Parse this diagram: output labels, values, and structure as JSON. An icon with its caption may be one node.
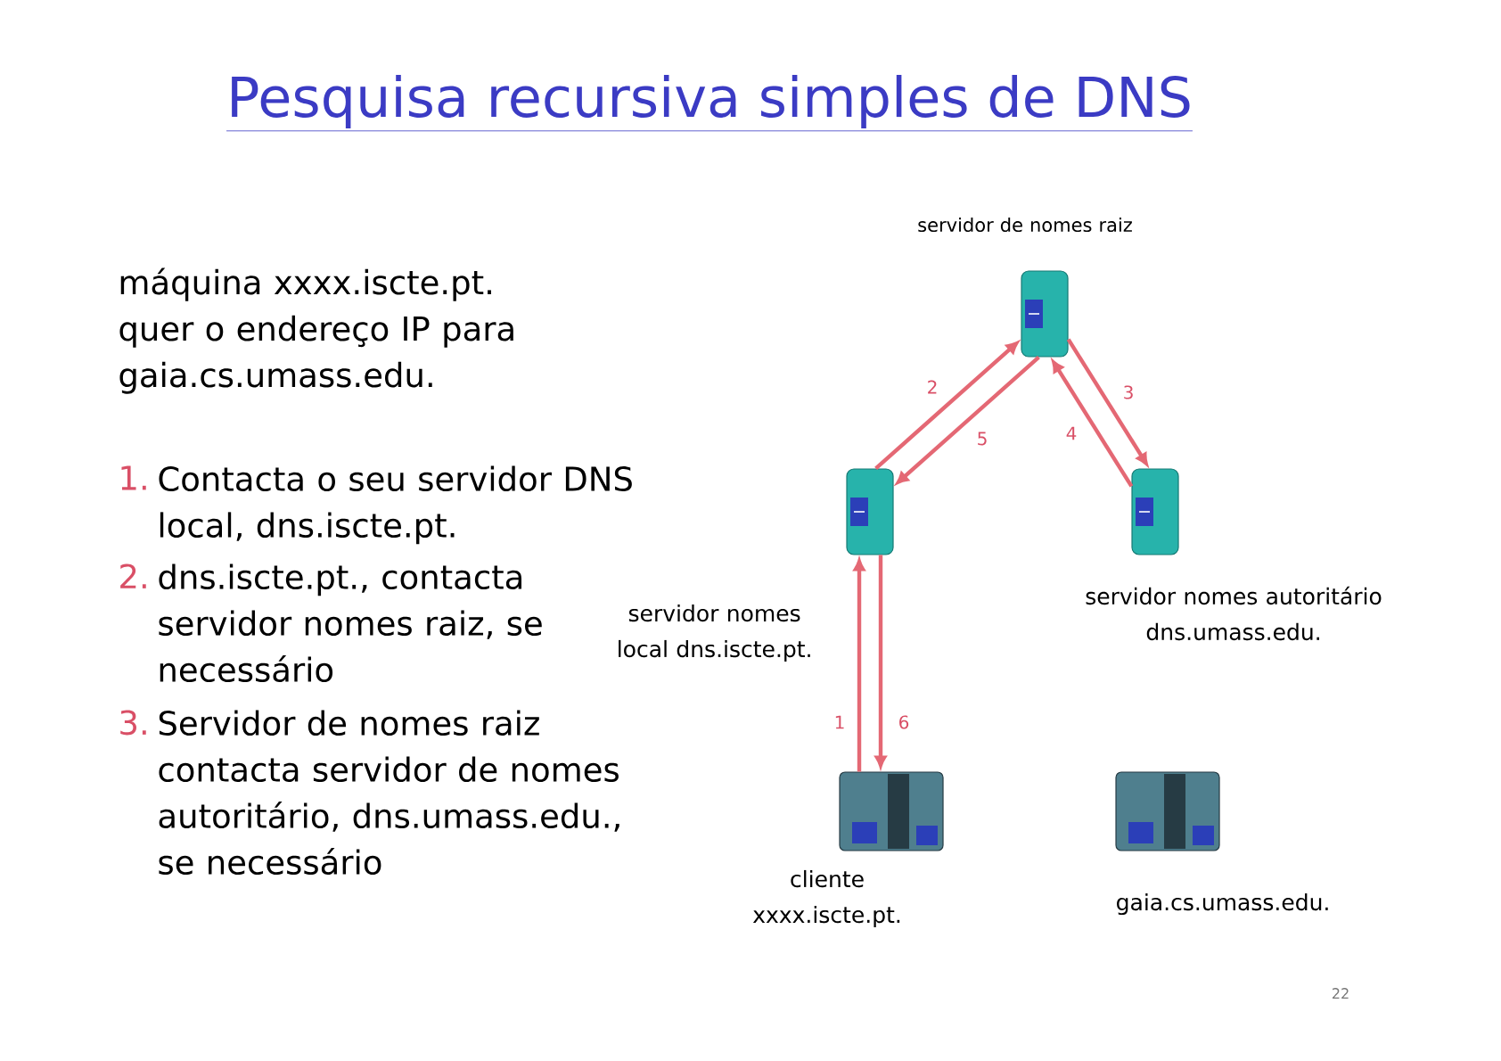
{
  "diagram": {
    "title": "Pesquisa recursiva simples de DNS",
    "nodes": [
      {
        "text": [
          "servidor de nomes raiz"
        ]
      },
      {
        "text": [
          "servidor nomes local dns.iscte.pt."
        ]
      },
      {
        "text": [
          "servidor nomes autoritário dns.umass.edu."
        ]
      },
      {
        "text": [
          "cliente xxxx.iscte.pt."
        ]
      },
      {
        "text": [
          "gaia.cs.umass.edu."
        ]
      }
    ],
    "edges": [
      {
        "from": 3,
        "to": 1,
        "arrow": "to",
        "label": "1"
      },
      {
        "from": 1,
        "to": 0,
        "arrow": "to",
        "label": "2"
      },
      {
        "from": 0,
        "to": 2,
        "arrow": "to",
        "label": "3"
      },
      {
        "from": 2,
        "to": 0,
        "arrow": "to",
        "label": "4"
      },
      {
        "from": 0,
        "to": 1,
        "arrow": "to",
        "label": "5"
      },
      {
        "from": 1,
        "to": 3,
        "arrow": "to",
        "label": "6"
      }
    ],
    "labels": [
      "máquina xxxx.iscte.pt. quer o endereço IP para gaia.cs.umass.edu.",
      "1.",
      "Contacta o seu servidor DNS local, dns.iscte.pt.",
      "2.",
      "dns.iscte.pt., contacta servidor nomes raiz, se necessário",
      "3.",
      "Servidor de nomes raiz contacta servidor de nomes autoritário, dns.umass.edu., se necessário",
      "22"
    ]
  }
}
